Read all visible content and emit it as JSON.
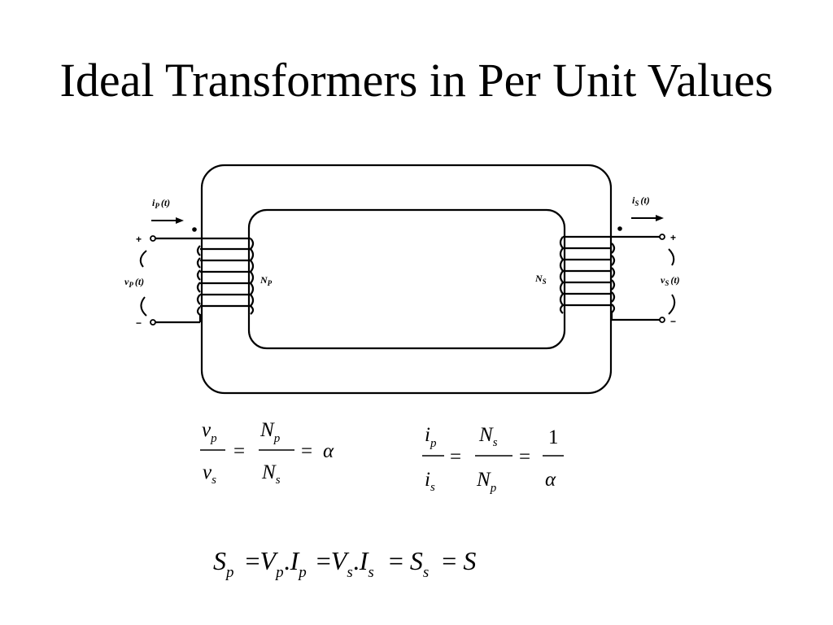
{
  "title": "Ideal Transformers in Per Unit Values",
  "diagram": {
    "primary_current": "i",
    "primary_current_sub": "P",
    "primary_current_arg": "(t)",
    "secondary_current": "i",
    "secondary_current_sub": "S",
    "secondary_current_arg": "(t)",
    "primary_voltage": "v",
    "primary_voltage_sub": "P",
    "primary_voltage_arg": "(t)",
    "secondary_voltage": "v",
    "secondary_voltage_sub": "S",
    "secondary_voltage_arg": "(t)",
    "primary_turns": "N",
    "primary_turns_sub": "P",
    "secondary_turns": "N",
    "secondary_turns_sub": "S",
    "plus": "+",
    "minus": "−"
  },
  "equations": {
    "voltage_ratio": {
      "v": "v",
      "p": "p",
      "s": "s",
      "N": "N",
      "eq": "=",
      "alpha": "α"
    },
    "current_ratio": {
      "i": "i",
      "p": "p",
      "s": "s",
      "N": "N",
      "eq": "=",
      "one": "1",
      "alpha": "α"
    },
    "power": {
      "S": "S",
      "V": "V",
      "I": "I",
      "p": "p",
      "s": "s",
      "dot": ".",
      "eq": "="
    }
  }
}
